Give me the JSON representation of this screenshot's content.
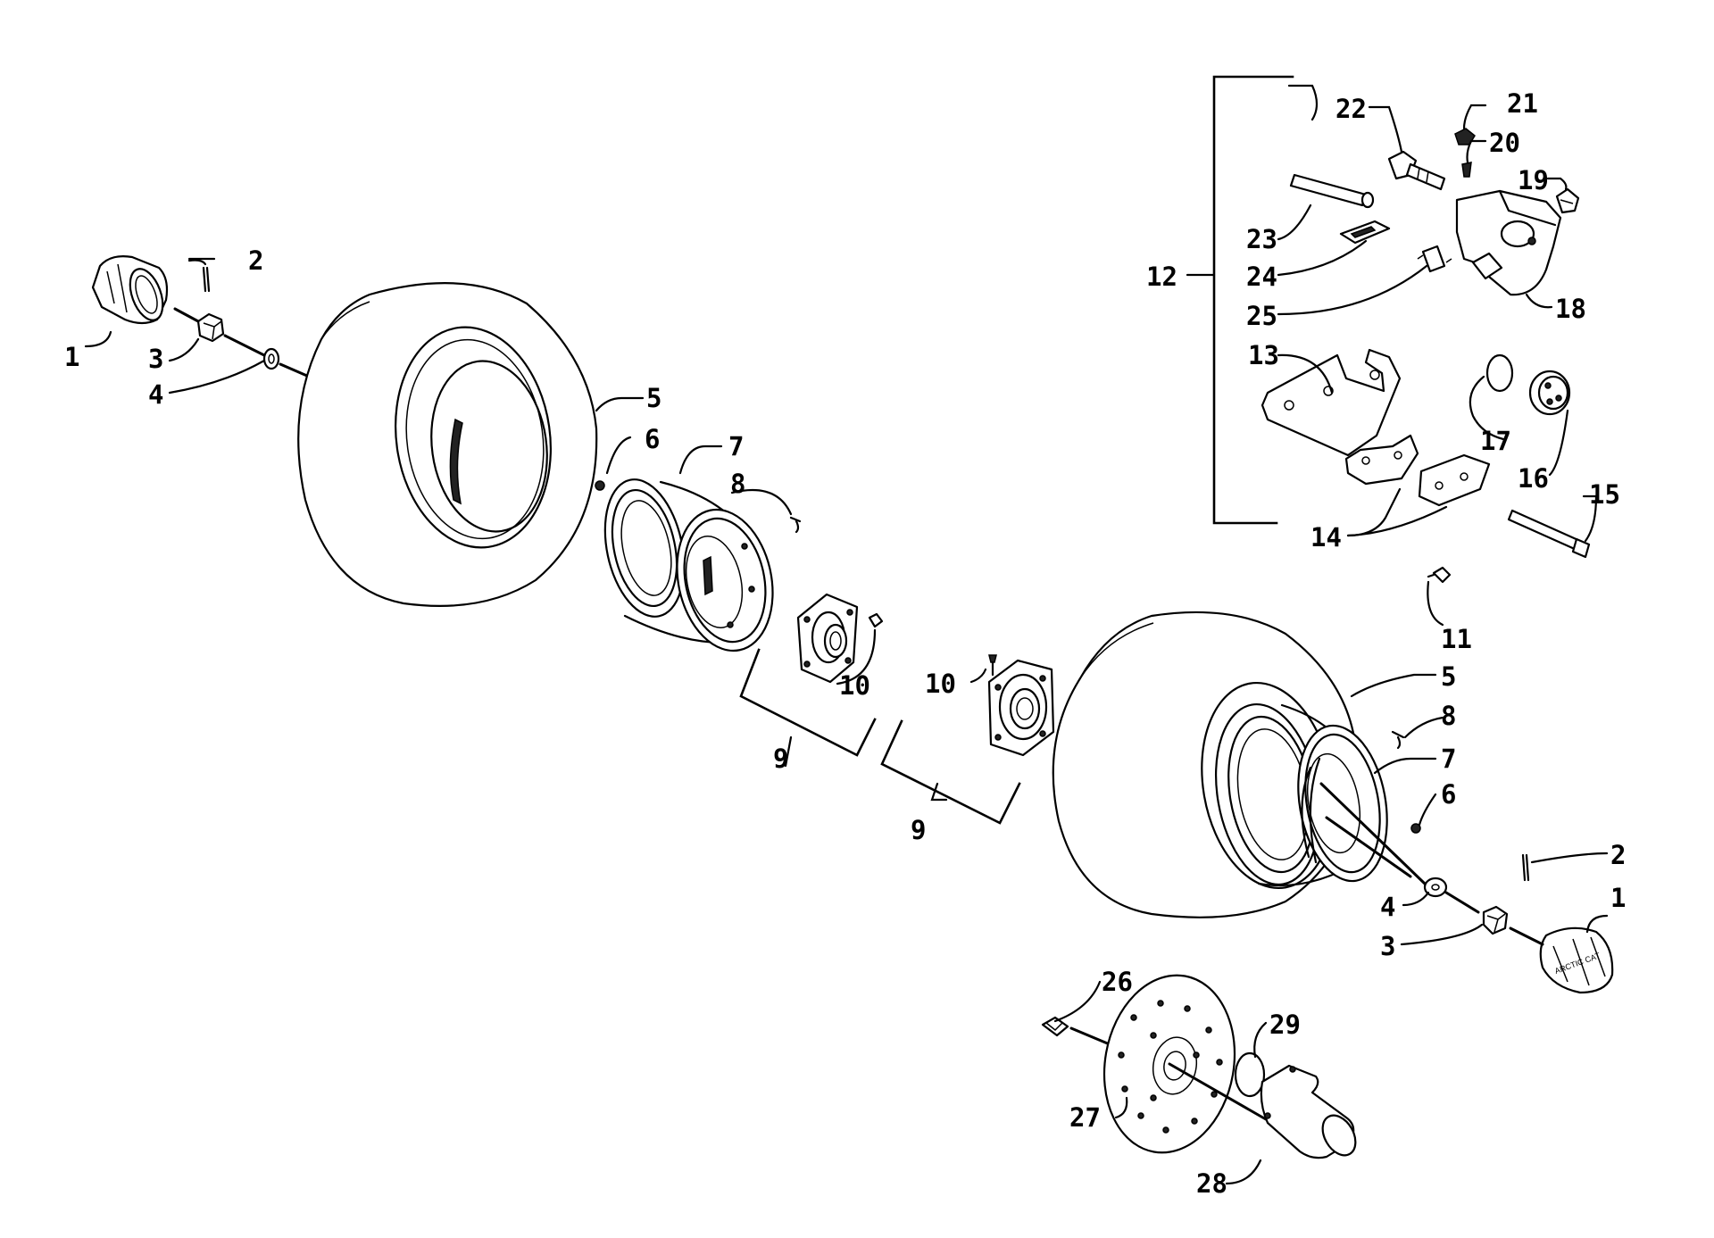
{
  "callouts": [
    {
      "id": "c1a",
      "text": "1"
    },
    {
      "id": "c2a",
      "text": "2"
    },
    {
      "id": "c3a",
      "text": "3"
    },
    {
      "id": "c4a",
      "text": "4"
    },
    {
      "id": "c5a",
      "text": "5"
    },
    {
      "id": "c6a",
      "text": "6"
    },
    {
      "id": "c7a",
      "text": "7"
    },
    {
      "id": "c8a",
      "text": "8"
    },
    {
      "id": "c9a",
      "text": "9"
    },
    {
      "id": "c10a",
      "text": "10"
    },
    {
      "id": "c10b",
      "text": "10"
    },
    {
      "id": "c9b",
      "text": "9"
    },
    {
      "id": "c11",
      "text": "11"
    },
    {
      "id": "c5b",
      "text": "5"
    },
    {
      "id": "c8b",
      "text": "8"
    },
    {
      "id": "c7b",
      "text": "7"
    },
    {
      "id": "c6b",
      "text": "6"
    },
    {
      "id": "c2b",
      "text": "2"
    },
    {
      "id": "c1b",
      "text": "1"
    },
    {
      "id": "c4b",
      "text": "4"
    },
    {
      "id": "c3b",
      "text": "3"
    },
    {
      "id": "c12",
      "text": "12"
    },
    {
      "id": "c13",
      "text": "13"
    },
    {
      "id": "c14",
      "text": "14"
    },
    {
      "id": "c15",
      "text": "15"
    },
    {
      "id": "c16",
      "text": "16"
    },
    {
      "id": "c17",
      "text": "17"
    },
    {
      "id": "c18",
      "text": "18"
    },
    {
      "id": "c19",
      "text": "19"
    },
    {
      "id": "c20",
      "text": "20"
    },
    {
      "id": "c21",
      "text": "21"
    },
    {
      "id": "c22",
      "text": "22"
    },
    {
      "id": "c23",
      "text": "23"
    },
    {
      "id": "c24",
      "text": "24"
    },
    {
      "id": "c25",
      "text": "25"
    },
    {
      "id": "c26",
      "text": "26"
    },
    {
      "id": "c27",
      "text": "27"
    },
    {
      "id": "c28",
      "text": "28"
    },
    {
      "id": "c29",
      "text": "29"
    }
  ],
  "hub_cap_logo": "ARCTIC CAT"
}
